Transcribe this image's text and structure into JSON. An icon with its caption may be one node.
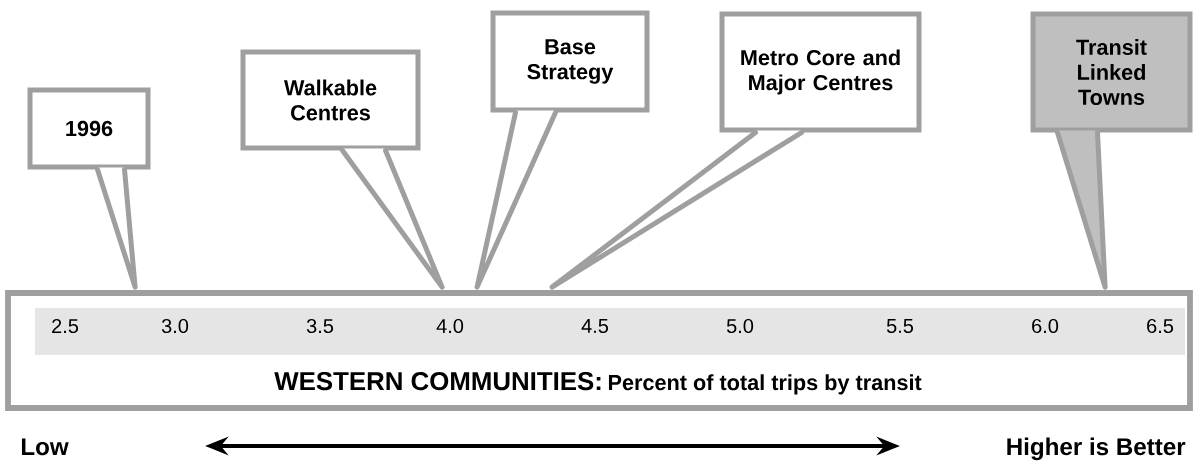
{
  "diagram": {
    "nodes": [
      {
        "text": [
          "1996"
        ]
      },
      {
        "text": [
          "Walkable Centres"
        ]
      },
      {
        "text": [
          "Base Strategy"
        ]
      },
      {
        "text": [
          "Metro Core and Major Centres"
        ]
      },
      {
        "text": [
          "Transit Linked Towns"
        ]
      },
      {
        "text": [
          "WESTERN COMMUNITIES:",
          "Percent of total trips by transit"
        ]
      }
    ],
    "edges": [
      {
        "from": 0,
        "to": 5,
        "arrow": "none"
      },
      {
        "from": 1,
        "to": 5,
        "arrow": "none"
      },
      {
        "from": 2,
        "to": 5,
        "arrow": "none"
      },
      {
        "from": 3,
        "to": 5,
        "arrow": "none"
      },
      {
        "from": 4,
        "to": 5,
        "arrow": "none"
      }
    ],
    "labels": [
      "2.5",
      "3.0",
      "3.5",
      "4.0",
      "4.5",
      "5.0",
      "5.5",
      "6.0",
      "6.5",
      "Low",
      "Higher is Better"
    ]
  }
}
